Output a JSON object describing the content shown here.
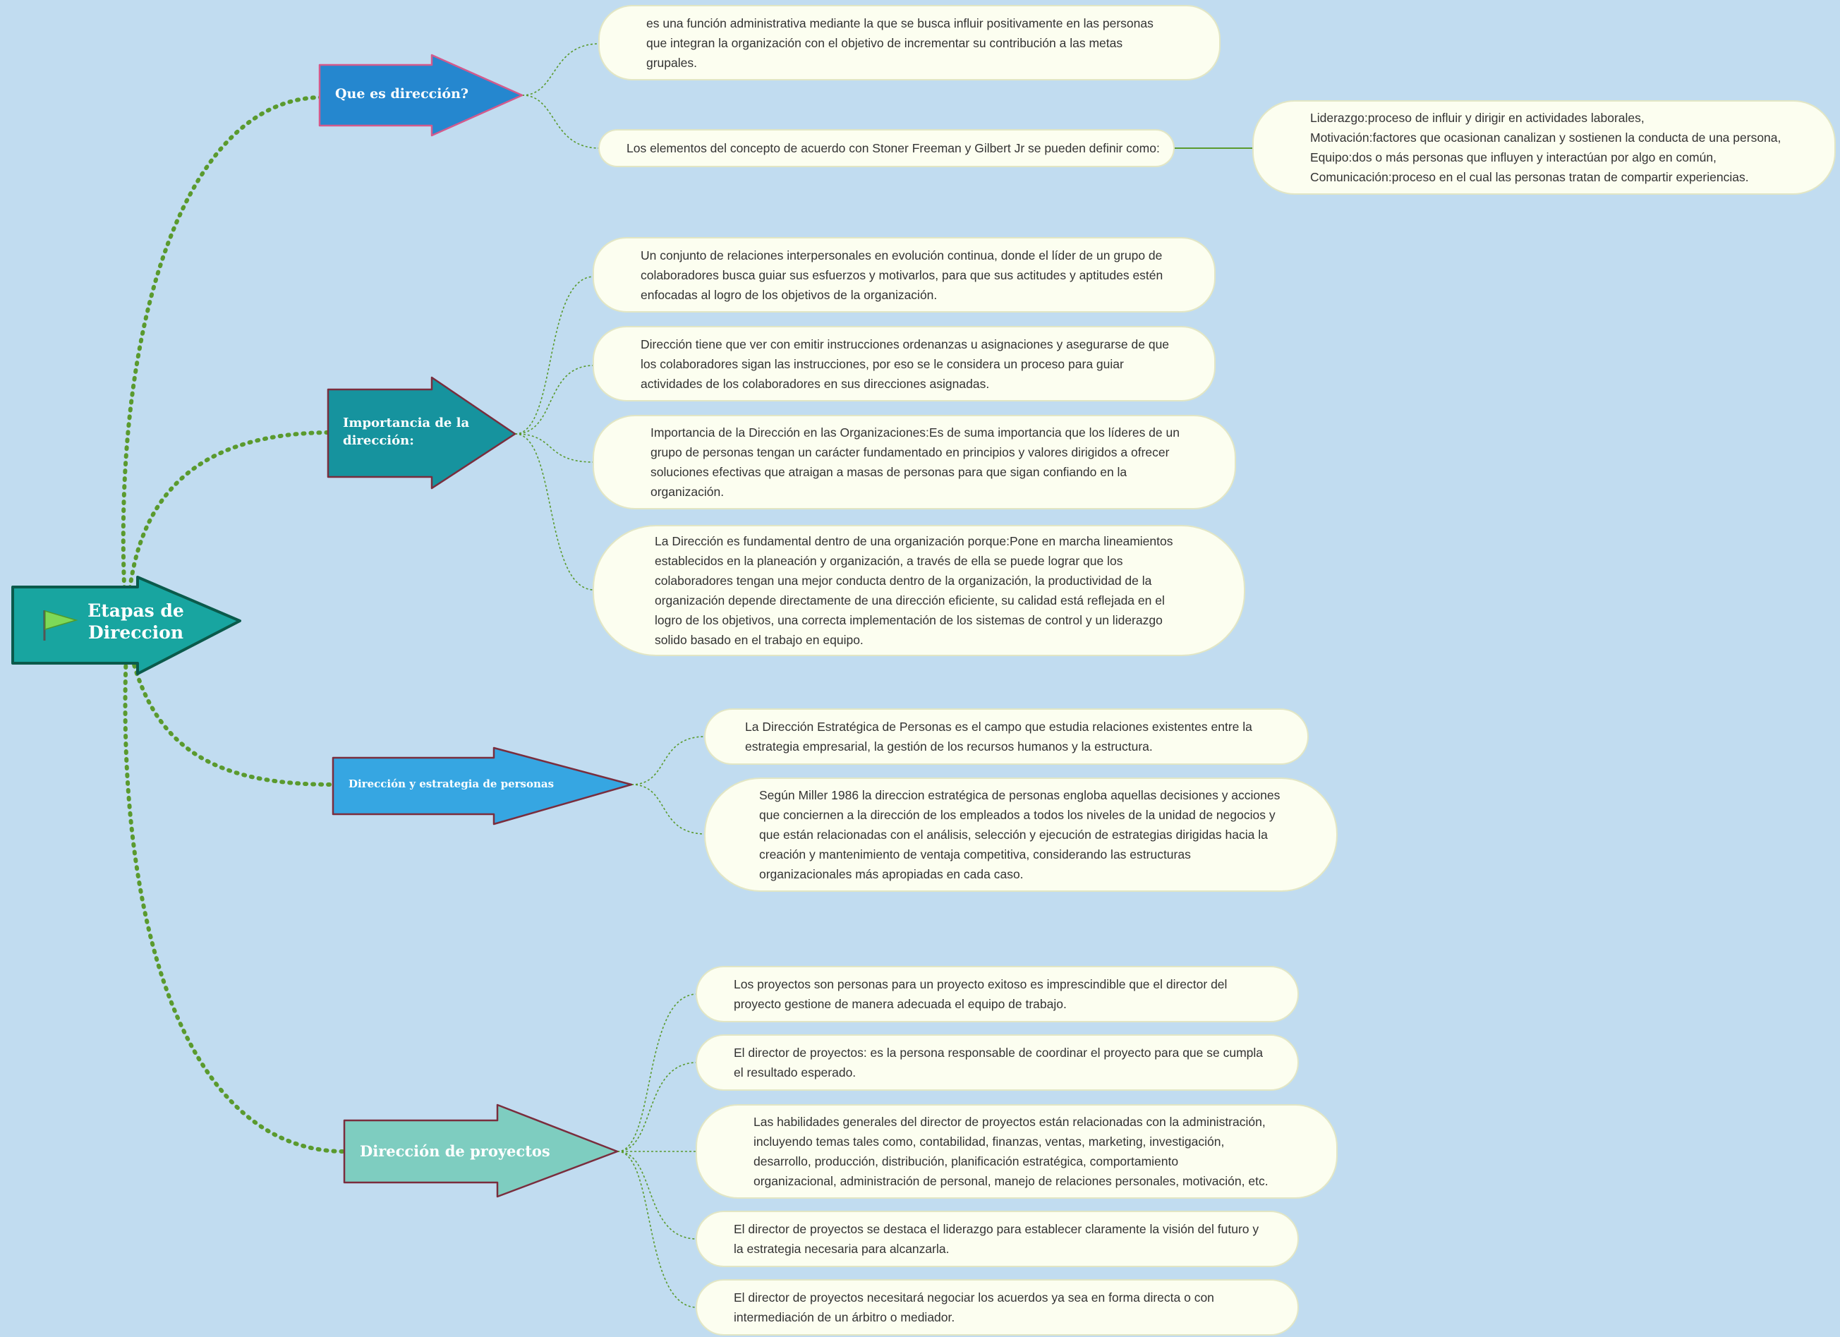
{
  "root": {
    "label": "Etapas de\nDireccion",
    "icon": "flag-icon",
    "color": "#18a5a0"
  },
  "topics": [
    {
      "id": "que-es",
      "label": "Que es dirección?",
      "color": "#2587cf",
      "notes": [
        "es una función administrativa mediante la que se busca influir positivamente en las personas\nque integran la organización con el objetivo de incrementar su contribución a las metas\ngrupales.",
        "Los elementos del concepto de acuerdo con Stoner Freeman y Gilbert Jr se pueden definir como:"
      ],
      "subnote": "Liderazgo:proceso de influir  y dirigir en actividades laborales,\nMotivación:factores que ocasionan canalizan y sostienen la conducta de una persona,\nEquipo:dos o más personas que influyen y interactúan por algo en común,\nComunicación:proceso en el cual las personas tratan de compartir experiencias."
    },
    {
      "id": "importancia",
      "label": "Importancia de la\ndirección:",
      "color": "#16939e",
      "notes": [
        "Un conjunto de relaciones interpersonales en evolución continua, donde el líder de un grupo de\ncolaboradores busca guiar sus esfuerzos y motivarlos, para que sus actitudes y aptitudes estén\nenfocadas al logro de los objetivos de la organización.",
        "Dirección tiene que ver con emitir instrucciones ordenanzas u asignaciones y asegurarse de que\nlos colaboradores sigan las instrucciones, por eso se le considera un proceso para guiar\nactividades de los colaboradores en sus direcciones asignadas.",
        "Importancia de la Dirección en las Organizaciones:Es de suma importancia que los líderes de un\ngrupo de personas tengan un carácter fundamentado en principios y valores dirigidos a ofrecer\nsoluciones efectivas que atraigan a masas de personas para que sigan confiando en la\norganización.",
        "La Dirección es fundamental dentro de una organización porque:Pone en marcha lineamientos\nestablecidos en la planeación y organización, a través de ella se puede lograr que los\ncolaboradores tengan una mejor conducta dentro de la organización, la productividad de la\norganización depende directamente de una dirección eficiente, su calidad está reflejada en el\nlogro de los objetivos, una correcta implementación de los sistemas de control y un liderazgo\nsolido basado en el trabajo en equipo."
      ]
    },
    {
      "id": "estrategia",
      "label": "Dirección y estrategia de personas",
      "color": "#36a6e2",
      "notes": [
        "La Dirección Estratégica de Personas es el campo que estudia relaciones existentes entre la\nestrategia empresarial, la gestión de los recursos humanos y la estructura.",
        "Según Miller 1986 la direccion estratégica de personas engloba aquellas decisiones y acciones\nque conciernen a la dirección de los empleados a todos los niveles de la unidad de negocios y\nque están relacionadas con el análisis, selección y ejecución de estrategias dirigidas hacia la\ncreación y mantenimiento de ventaja competitiva, considerando las estructuras\norganizacionales más apropiadas en cada caso."
      ]
    },
    {
      "id": "proyectos",
      "label": "Dirección de proyectos",
      "color": "#7ecdc0",
      "notes": [
        "Los proyectos son personas para un proyecto exitoso es imprescindible que el director del\nproyecto gestione de manera adecuada el equipo de trabajo.",
        "El director de proyectos: es la persona responsable de coordinar el proyecto para que se cumpla\nel resultado esperado.",
        "Las habilidades generales del director de proyectos están relacionadas con la administración,\nincluyendo temas tales como, contabilidad, finanzas, ventas, marketing, investigación,\ndesarrollo, producción, distribución, planificación estratégica, comportamiento\norganizacional, administración de personal, manejo de relaciones personales, motivación, etc.",
        "El director de proyectos se destaca el liderazgo para establecer claramente la visión del futuro y\nla estrategia necesaria para alcanzarla.",
        "El director de proyectos necesitará negociar los acuerdos ya sea en forma directa o con\nintermediación de un árbitro o mediador."
      ]
    }
  ]
}
